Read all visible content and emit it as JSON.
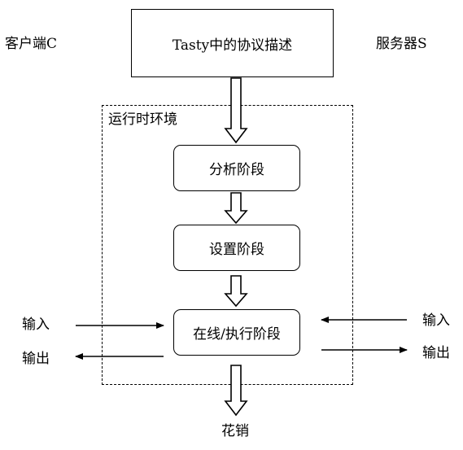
{
  "diagram": {
    "client_label": "客户端C",
    "server_label": "服务器S",
    "top_box": "Tasty中的协议描述",
    "runtime_label": "运行时环境",
    "stages": {
      "analysis": "分析阶段",
      "setup": "设置阶段",
      "execution": "在线/执行阶段"
    },
    "client_input": "输入",
    "client_output": "输出",
    "server_input": "输入",
    "server_output": "输出",
    "cost_label": "花销"
  }
}
